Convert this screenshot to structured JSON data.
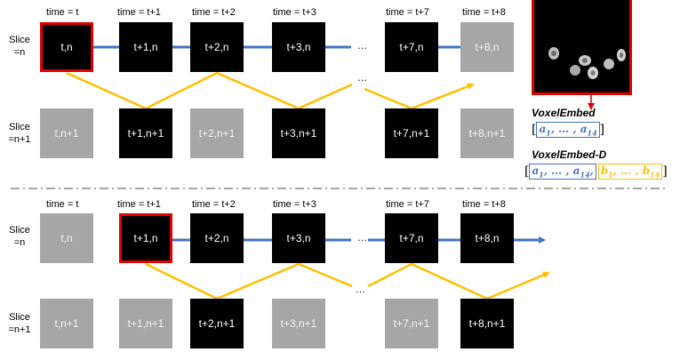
{
  "time_labels": [
    "time = t",
    "time = t+1",
    "time = t+2",
    "time = t+3",
    "time = t+7",
    "time = t+8"
  ],
  "slice_labels": {
    "n": [
      "Slice",
      "=n"
    ],
    "n1": [
      "Slice",
      "=n+1"
    ]
  },
  "ellipsis": "…",
  "panel_top": {
    "row_n": [
      {
        "label": "t,n",
        "fill": "black",
        "highlight": true
      },
      {
        "label": "t+1,n",
        "fill": "black",
        "highlight": false
      },
      {
        "label": "t+2,n",
        "fill": "black",
        "highlight": false
      },
      {
        "label": "t+3,n",
        "fill": "black",
        "highlight": false
      },
      {
        "label": "t+7,n",
        "fill": "black",
        "highlight": false
      },
      {
        "label": "t+8,n",
        "fill": "gray",
        "highlight": false
      }
    ],
    "row_n1": [
      {
        "label": "t,n+1",
        "fill": "gray"
      },
      {
        "label": "t+1,n+1",
        "fill": "black"
      },
      {
        "label": "t+2,n+1",
        "fill": "gray"
      },
      {
        "label": "t+3,n+1",
        "fill": "black"
      },
      {
        "label": "t+7,n+1",
        "fill": "black"
      },
      {
        "label": "t+8,n+1",
        "fill": "gray"
      }
    ]
  },
  "panel_bottom": {
    "row_n": [
      {
        "label": "t,n",
        "fill": "gray",
        "highlight": false
      },
      {
        "label": "t+1,n",
        "fill": "black",
        "highlight": true
      },
      {
        "label": "t+2,n",
        "fill": "black",
        "highlight": false
      },
      {
        "label": "t+3,n",
        "fill": "black",
        "highlight": false
      },
      {
        "label": "t+7,n",
        "fill": "black",
        "highlight": false
      },
      {
        "label": "t+8,n",
        "fill": "black",
        "highlight": false
      }
    ],
    "row_n1": [
      {
        "label": "t,n+1",
        "fill": "gray"
      },
      {
        "label": "t+1,n+1",
        "fill": "gray"
      },
      {
        "label": "t+2,n+1",
        "fill": "black"
      },
      {
        "label": "t+3,n+1",
        "fill": "gray"
      },
      {
        "label": "t+7,n+1",
        "fill": "gray"
      },
      {
        "label": "t+8,n+1",
        "fill": "black"
      }
    ]
  },
  "embed": {
    "title1": "VoxelEmbed",
    "title2": "VoxelEmbed-D",
    "open_bracket": "[",
    "close_bracket": "]",
    "a_first": "a",
    "a_first_sub": "1",
    "sep": ", … , ",
    "a_last": "a",
    "a_last_sub": "14",
    "comma": ",",
    "b_first": "b",
    "b_first_sub": "1",
    "b_last": "b",
    "b_last_sub": "14"
  },
  "colors": {
    "blue_arrow": "#4472c4",
    "yellow_arrow": "#ffc000",
    "highlight": "#e00000",
    "gray_box": "#a6a6a6",
    "divider": "#a6a6a6"
  }
}
